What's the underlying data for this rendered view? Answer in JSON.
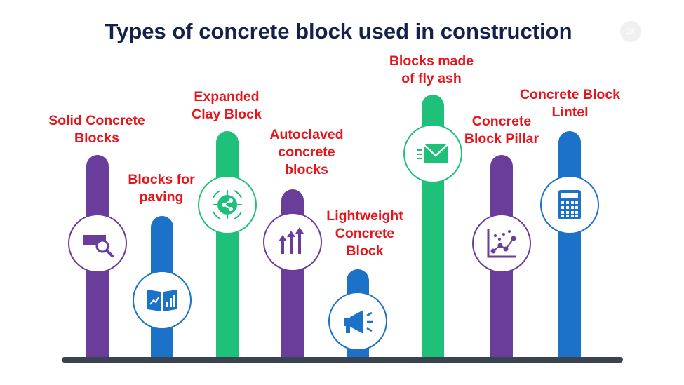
{
  "slide": {
    "title": "Types of concrete block used in construction",
    "page_number": "28"
  },
  "colors": {
    "title": "#14214a",
    "label": "#e8141b",
    "purple": "#6a3d9a",
    "blue": "#1b72c8",
    "green": "#1fc07a",
    "baseline": "#3a4350"
  },
  "items": [
    {
      "label": "Solid Concrete\nBlocks",
      "icon": "search-icon",
      "color": "purple"
    },
    {
      "label": "Blocks for\npaving",
      "icon": "growth-chart-icon",
      "color": "blue"
    },
    {
      "label": "Expanded\nClay Block",
      "icon": "share-target-icon",
      "color": "green"
    },
    {
      "label": "Autoclaved\nconcrete\nblocks",
      "icon": "arrows-up-icon",
      "color": "purple"
    },
    {
      "label": "Lightweight\nConcrete\nBlock",
      "icon": "megaphone-icon",
      "color": "blue"
    },
    {
      "label": "Blocks made\nof fly ash",
      "icon": "envelope-icon",
      "color": "green"
    },
    {
      "label": "Concrete\nBlock Pillar",
      "icon": "scatter-plot-icon",
      "color": "purple"
    },
    {
      "label": "Concrete Block\nLintel",
      "icon": "calculator-icon",
      "color": "blue"
    }
  ]
}
